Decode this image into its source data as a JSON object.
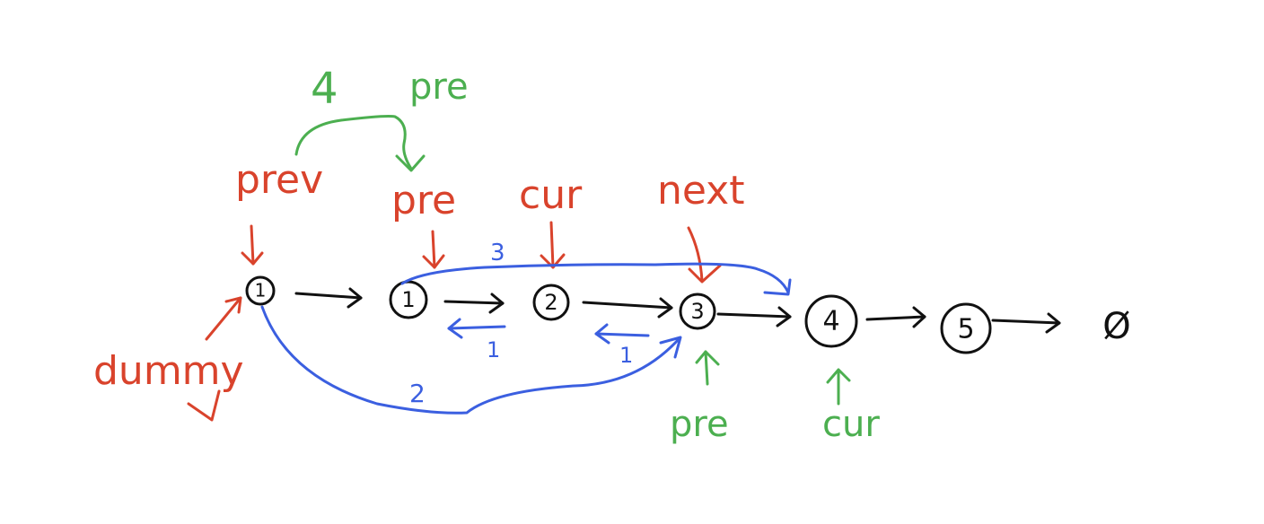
{
  "nodes": [
    {
      "label": "1"
    },
    {
      "label": "1"
    },
    {
      "label": "2"
    },
    {
      "label": "3"
    },
    {
      "label": "4"
    },
    {
      "label": "5"
    }
  ],
  "null_symbol": "Ø",
  "red_labels": {
    "prev": "prev",
    "pre": "pre",
    "cur": "cur",
    "next": "next",
    "dummy": "dummy"
  },
  "green_labels": {
    "step": "4",
    "pre_top": "pre",
    "pre_bottom": "pre",
    "cur_bottom": "cur"
  },
  "blue_labels": {
    "step_1a": "1",
    "step_1b": "1",
    "step_2": "2",
    "step_3": "3"
  },
  "colors": {
    "black": "#111111",
    "red": "#d9432c",
    "green": "#4caf50",
    "blue": "#3b5fe0"
  }
}
